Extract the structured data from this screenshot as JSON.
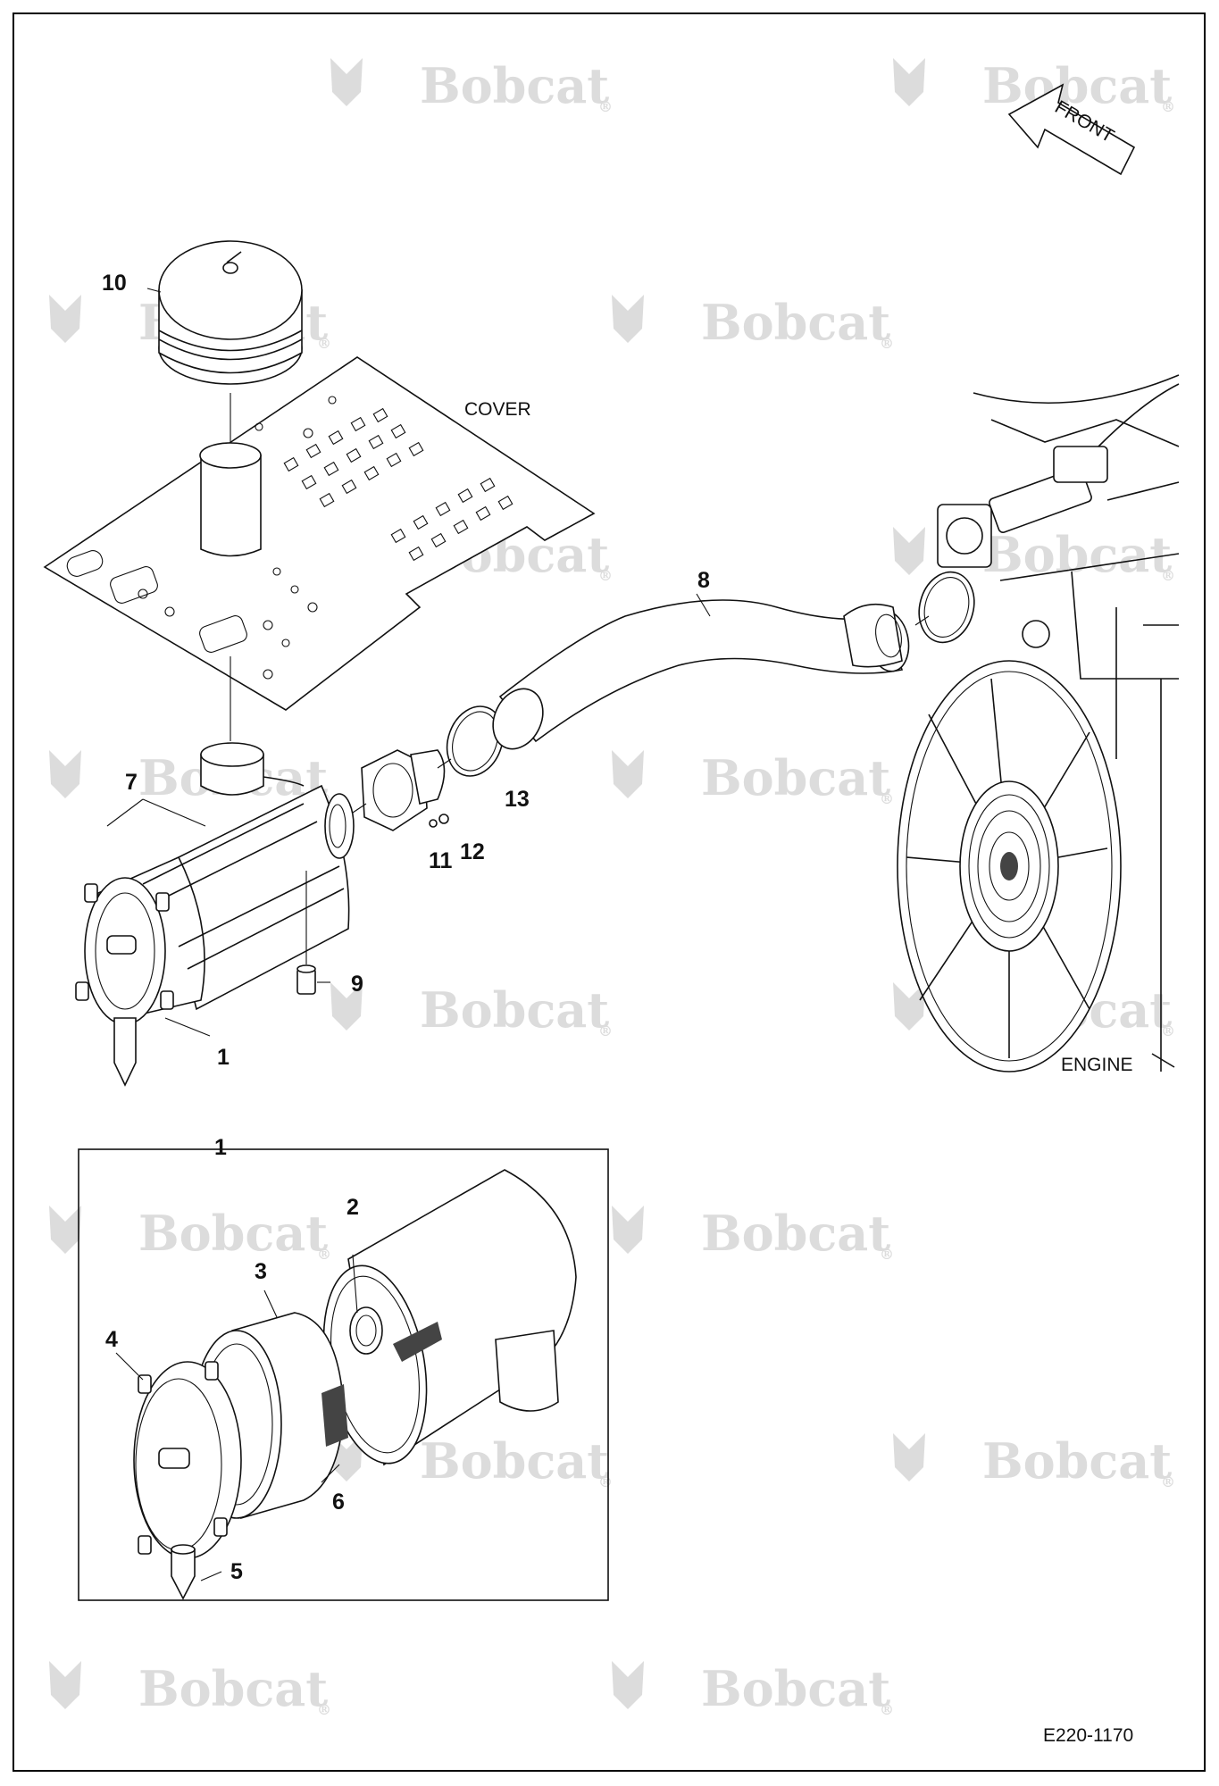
{
  "watermark": {
    "brand": "Bobcat",
    "reg": "®",
    "color": "#d6d6d6"
  },
  "labels": {
    "front": "FRONT",
    "cover": "COVER",
    "engine": "ENGINE",
    "figure_number": "E220-1170"
  },
  "callouts": {
    "c1_main": "1",
    "c7": "7",
    "c8": "8",
    "c9": "9",
    "c10": "10",
    "c11": "11",
    "c12": "12",
    "c13": "13",
    "c1_inset": "1",
    "c2": "2",
    "c3": "3",
    "c4": "4",
    "c5": "5",
    "c6": "6"
  }
}
